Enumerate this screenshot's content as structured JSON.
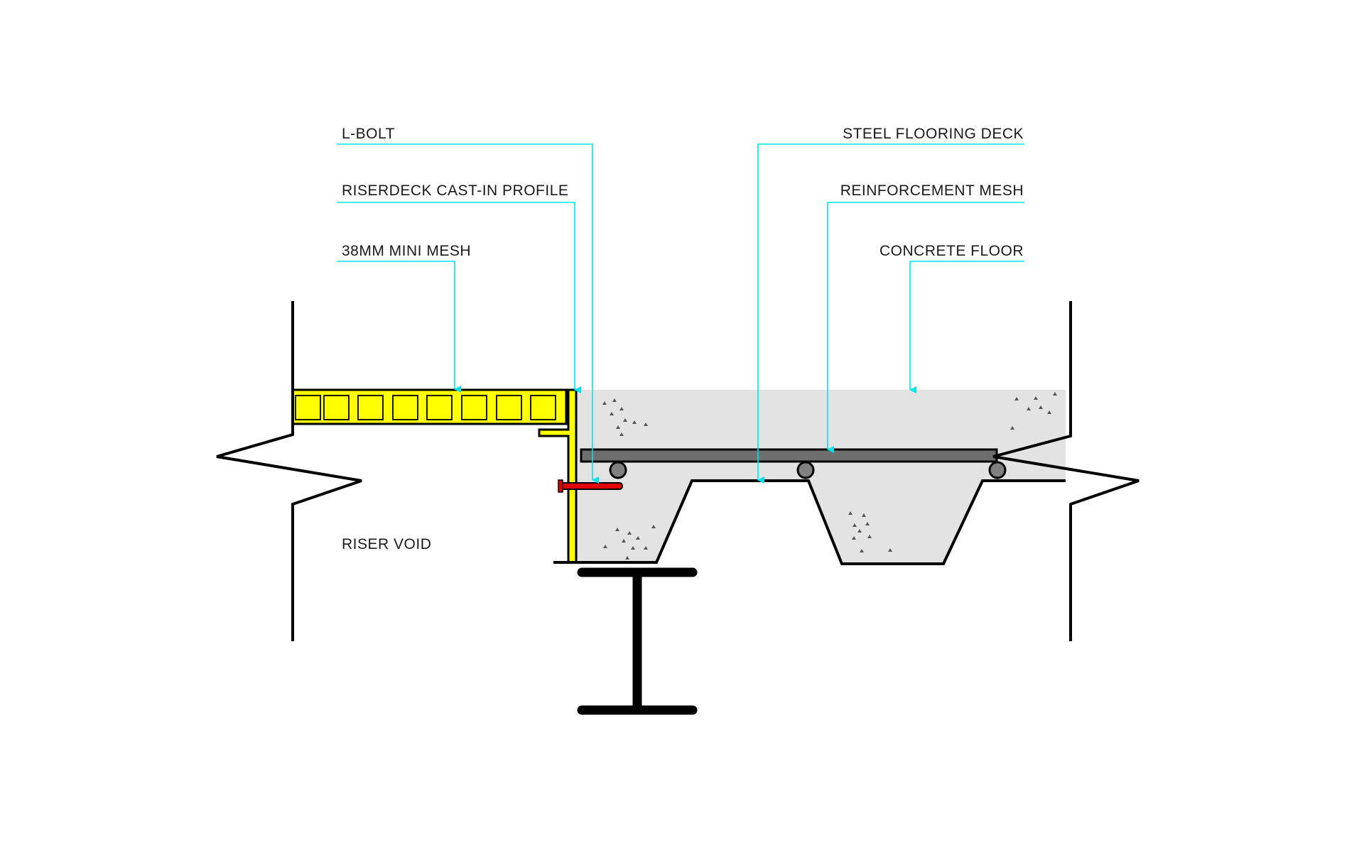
{
  "labels": {
    "l_bolt": "L-BOLT",
    "riserdeck_profile": "RISERDECK CAST-IN PROFILE",
    "mini_mesh": "38MM MINI MESH",
    "steel_deck": "STEEL FLOORING DECK",
    "reinforcement_mesh": "REINFORCEMENT MESH",
    "concrete_floor": "CONCRETE FLOOR",
    "riser_void": "RISER VOID"
  },
  "colors": {
    "leader": "#00e5f0",
    "mesh": "#ffff00",
    "profile": "#ffff00",
    "bolt": "#e00000",
    "concrete": "#e3e3e3",
    "rebar": "#6e6e6e",
    "outline": "#000000"
  }
}
